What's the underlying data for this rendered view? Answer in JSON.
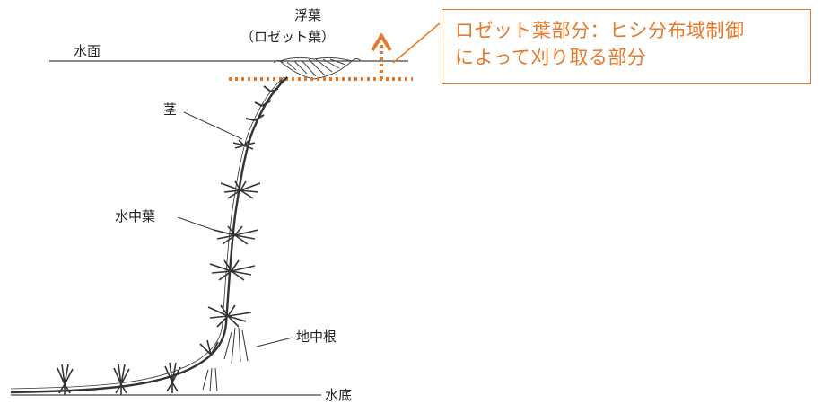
{
  "labels": {
    "surface": "水面",
    "floating_leaf": "浮葉",
    "rosette_leaf": "（ロゼット葉）",
    "stem": "茎",
    "submerged_leaf": "水中葉",
    "underground_root": "地中根",
    "bottom": "水底"
  },
  "annotation": {
    "line1": "ロゼット葉部分：ヒシ分布域制御",
    "line2": "によって刈り取る部分"
  },
  "colors": {
    "accent": "#e8792a",
    "ink": "#222222",
    "plant": "#333333"
  }
}
